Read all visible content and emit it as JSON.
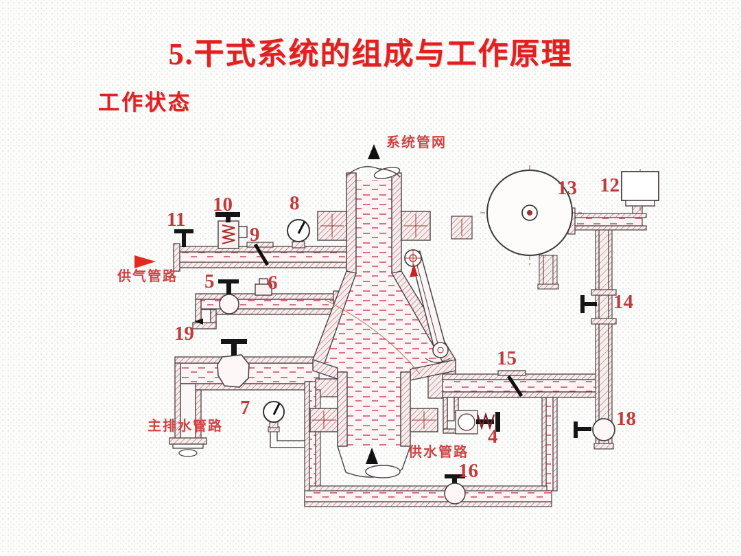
{
  "slide": {
    "title": "5.干式系统的组成与工作原理",
    "subtitle": "工作状态"
  },
  "diagram": {
    "pipe_labels": [
      {
        "name": "system-pipe-network",
        "text": "系统管网"
      },
      {
        "name": "air-supply-line",
        "text": "供气管路"
      },
      {
        "name": "main-drain-line",
        "text": "主排水管路"
      },
      {
        "name": "water-supply-line",
        "text": "供水管路"
      }
    ],
    "part_numbers": [
      "4",
      "5",
      "6",
      "7",
      "8",
      "9",
      "10",
      "11",
      "12",
      "13",
      "14",
      "15",
      "16",
      "18",
      "19"
    ],
    "colors": {
      "title_red": "#e31f1f",
      "label_red": "#c23b3b",
      "fluid_dash": "#d0506a",
      "outline": "#4a4242"
    }
  }
}
